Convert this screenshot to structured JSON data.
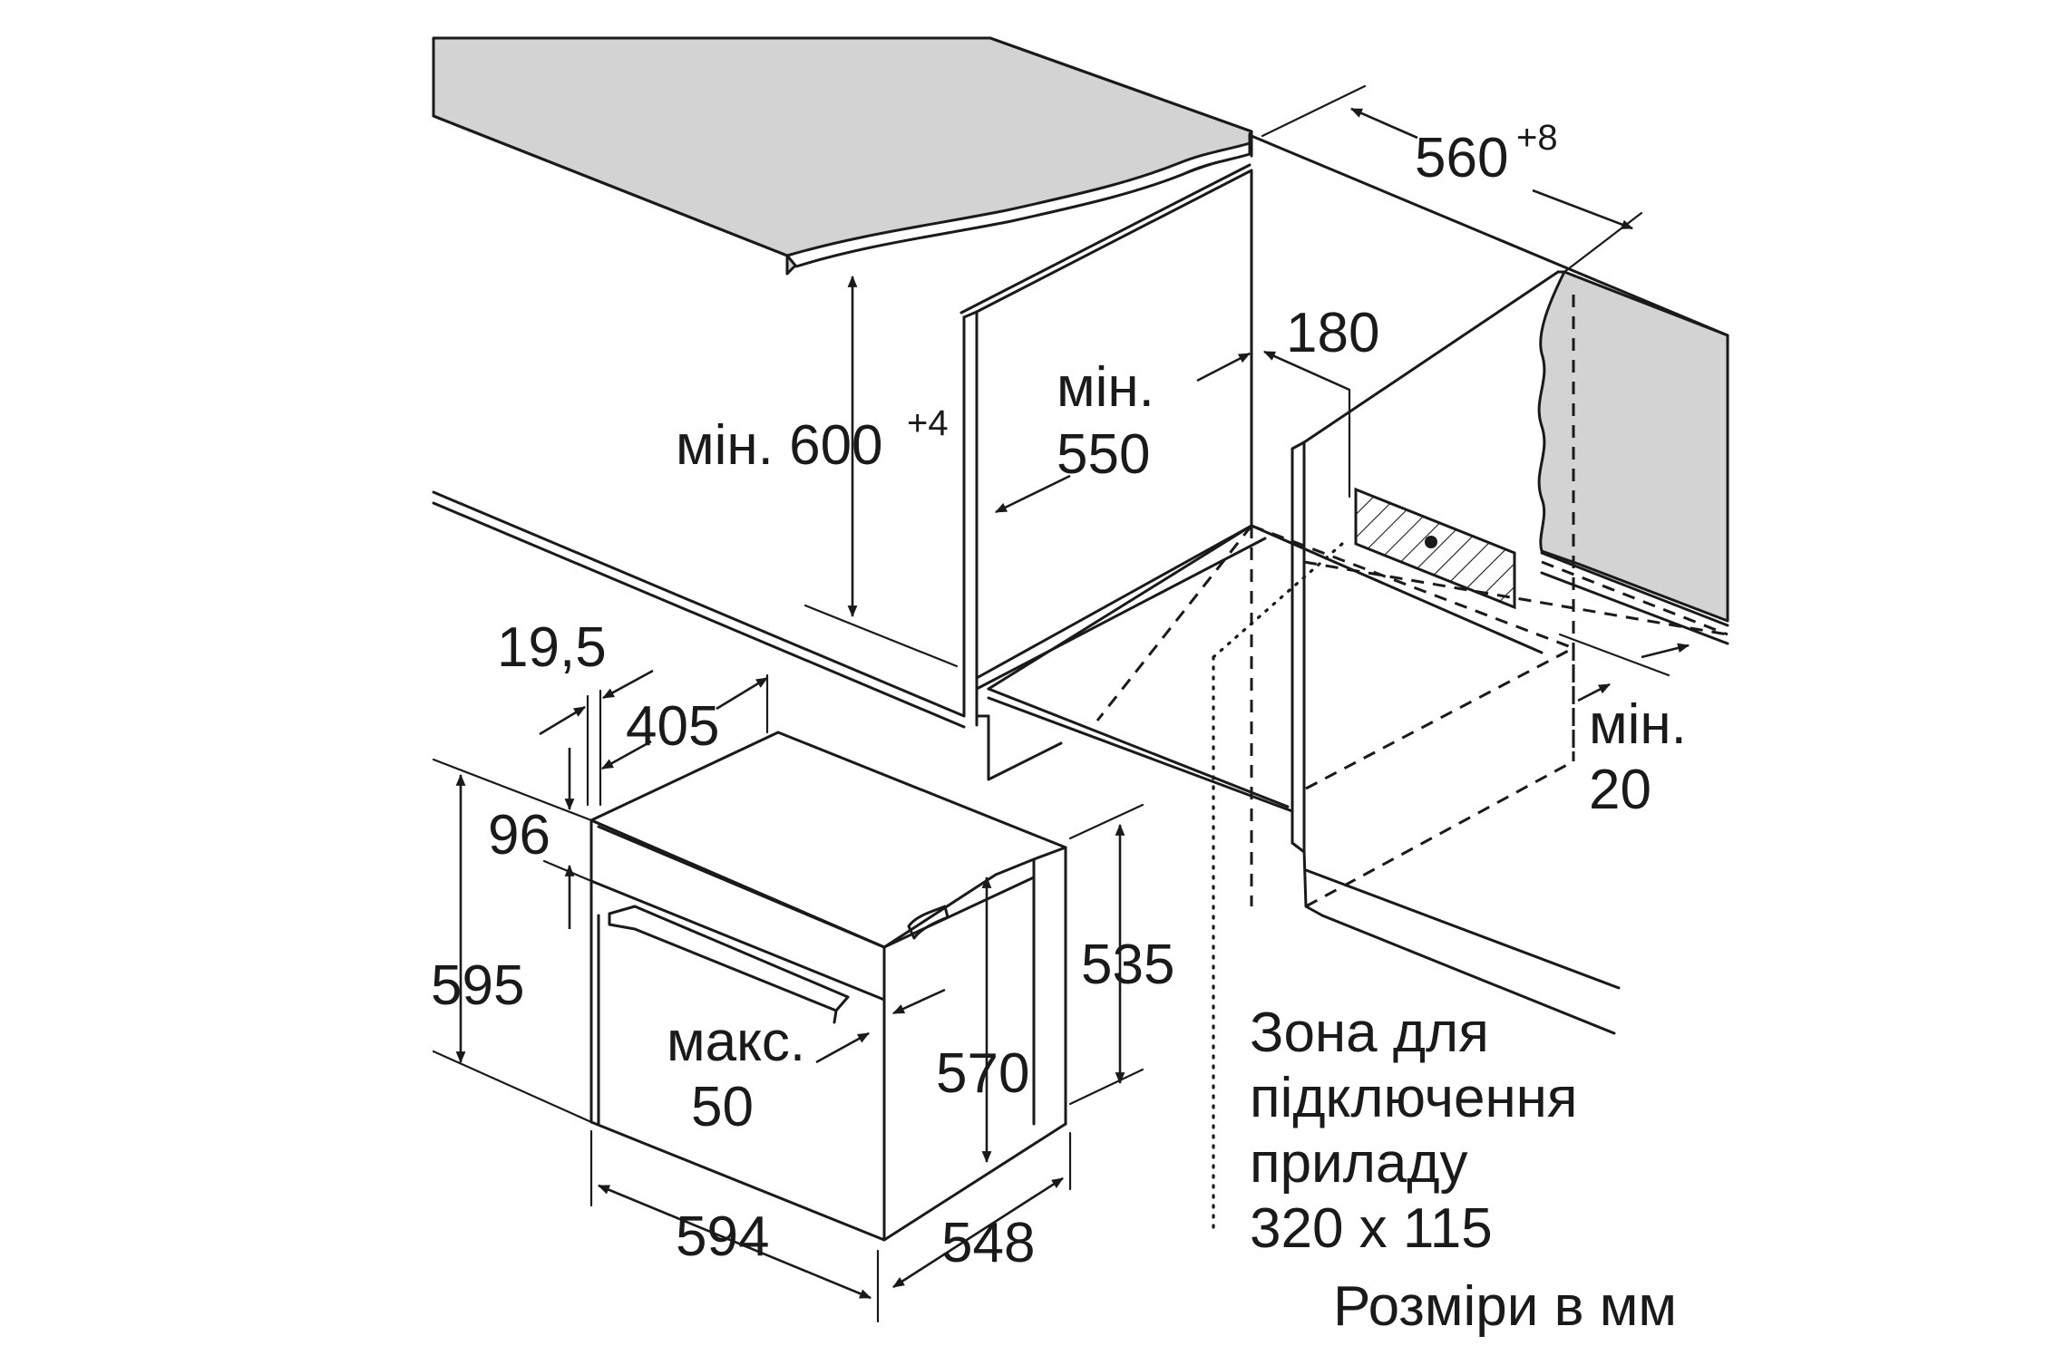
{
  "labels": {
    "d560": "560",
    "d560_tol": "+8",
    "d180": "180",
    "min_600_prefix": "мін. 600",
    "min_600_tol": "+4",
    "min_550_line1": "мін.",
    "min_550_line2": "550",
    "d19_5": "19,5",
    "d405": "405",
    "d96": "96",
    "d595": "595",
    "d535": "535",
    "d570": "570",
    "max_line1": "макс.",
    "max_line2": "50",
    "d594": "594",
    "d548": "548",
    "min_20_line1": "мін.",
    "min_20_line2": "20",
    "zone_line1": "Зона для",
    "zone_line2": "підключення",
    "zone_line3": "приладу",
    "zone_line4": "320 x 115",
    "units_note": "Розміри в мм"
  },
  "colors": {
    "line": "#1a1a1a",
    "surface_grey": "#d3d3d3",
    "background": "#ffffff"
  }
}
